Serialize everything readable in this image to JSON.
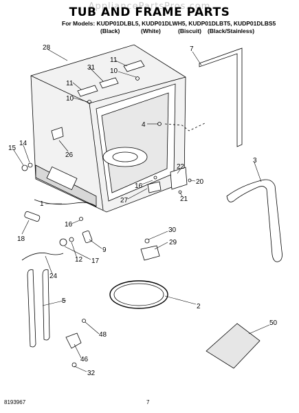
{
  "header": {
    "watermark": "AppliancePartsPros.com",
    "title": "TUB AND FRAME PARTS",
    "models": "For Models: KUDP01DLBL5, KUDP01DLWH5, KUDP01DLBT5, KUDP01DLBS5",
    "variants": [
      "(Black)",
      "(White)",
      "(Biscuit)",
      "(Black/Stainless)"
    ]
  },
  "callouts": {
    "c28": "28",
    "c7": "7",
    "c11a": "11",
    "c10a": "10",
    "c31": "31",
    "c11b": "11",
    "c10b": "10",
    "c4": "4",
    "c15": "15",
    "c14": "14",
    "c26": "26",
    "c3": "3",
    "c16a": "16",
    "c20": "20",
    "c22": "22",
    "c27": "27",
    "c21": "21",
    "c1": "1",
    "c16b": "16",
    "c18": "18",
    "c30": "30",
    "c9": "9",
    "c29": "29",
    "c12": "12",
    "c17": "17",
    "c24": "24",
    "c2": "2",
    "c50": "50",
    "c5": "5",
    "c48": "48",
    "c46": "46",
    "c32": "32"
  },
  "footer": {
    "doc_number": "8193967",
    "page": "7"
  }
}
